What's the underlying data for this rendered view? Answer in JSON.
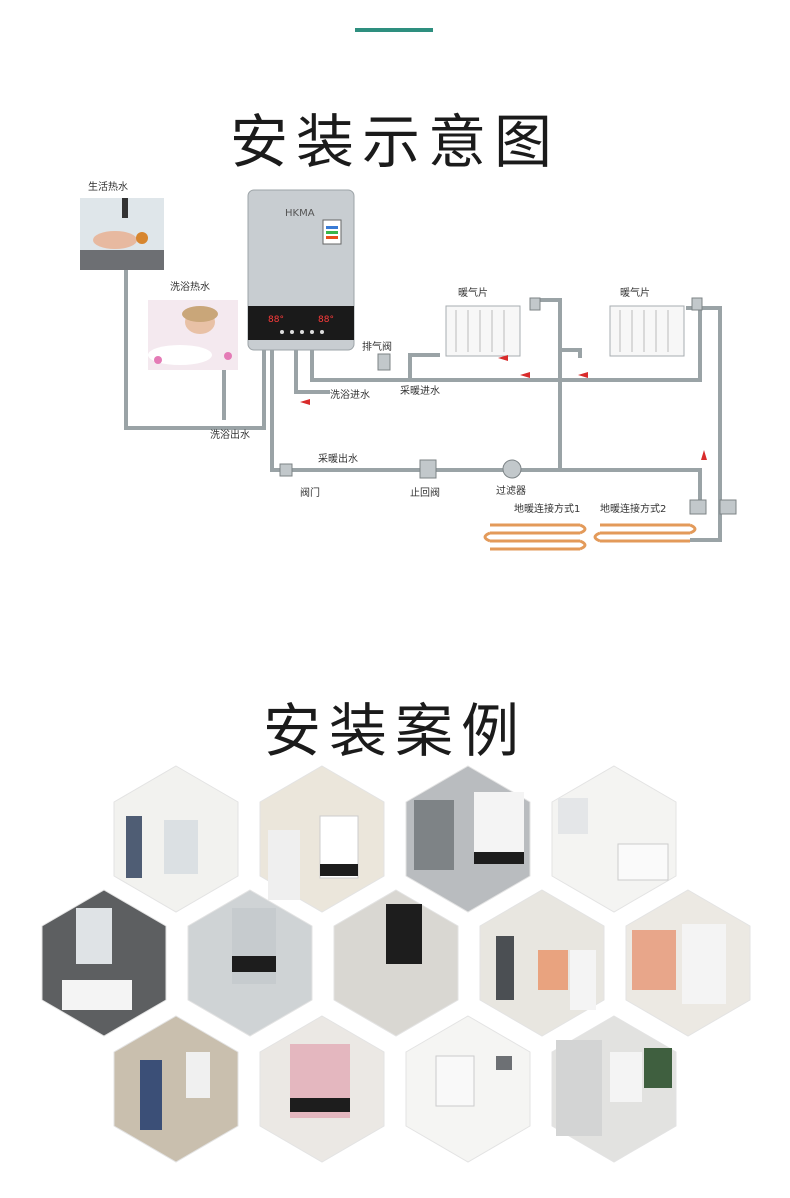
{
  "section1": {
    "title": "安装示意图"
  },
  "section2": {
    "title": "安装案例"
  },
  "diagram": {
    "labels": {
      "domestic_hot_water": "生活热水",
      "bath_hot_water": "洗浴热水",
      "radiator_left": "暖气片",
      "radiator_right": "暖气片",
      "air_valve": "排气阀",
      "bath_water_in": "洗浴进水",
      "heating_water_in": "采暖进水",
      "bath_water_out": "洗浴出水",
      "heating_water_out": "采暖出水",
      "gate_valve": "阀门",
      "check_valve": "止回阀",
      "filter": "过滤器",
      "floor_heat_1": "地暖连接方式1",
      "floor_heat_2": "地暖连接方式2"
    },
    "heater_brand": "HKMA",
    "heater_display": "88°"
  },
  "colors": {
    "accent": "#2e8f7f",
    "pipe": "#9aa3a6",
    "arrow": "#d92b2b",
    "floor_pipe": "#e39a5a"
  },
  "gallery": {
    "photo_count": 13
  }
}
